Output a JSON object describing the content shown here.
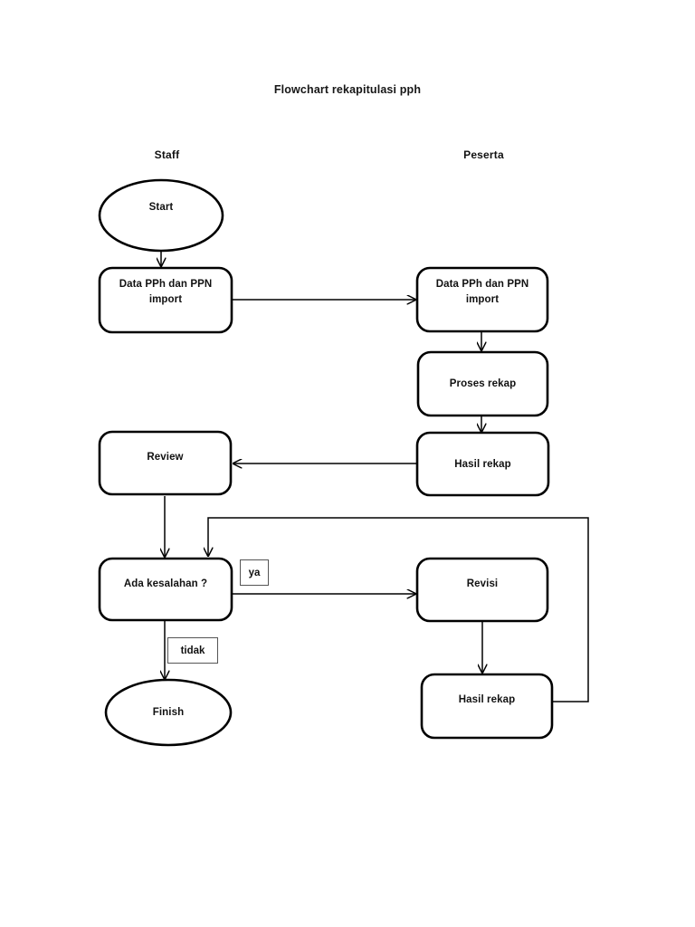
{
  "diagram": {
    "title": "Flowchart rekapitulasi pph",
    "type": "flowchart",
    "lanes": [
      {
        "id": "staff",
        "label": "Staff"
      },
      {
        "id": "peserta",
        "label": "Peserta"
      }
    ],
    "nodes": [
      {
        "id": "start",
        "lane": "staff",
        "shape": "ellipse",
        "label": "Start"
      },
      {
        "id": "data-left",
        "lane": "staff",
        "shape": "rounded-rect",
        "label": "Data PPh dan PPN\nimport"
      },
      {
        "id": "data-right",
        "lane": "peserta",
        "shape": "rounded-rect",
        "label": "Data PPh dan PPN\nimport"
      },
      {
        "id": "proses-rekap",
        "lane": "peserta",
        "shape": "rounded-rect",
        "label": "Proses rekap"
      },
      {
        "id": "hasil-rekap-1",
        "lane": "peserta",
        "shape": "rounded-rect",
        "label": "Hasil rekap"
      },
      {
        "id": "review",
        "lane": "staff",
        "shape": "rounded-rect",
        "label": "Review"
      },
      {
        "id": "decision",
        "lane": "staff",
        "shape": "rounded-rect",
        "label": "Ada kesalahan ?"
      },
      {
        "id": "revisi",
        "lane": "peserta",
        "shape": "rounded-rect",
        "label": "Revisi"
      },
      {
        "id": "hasil-rekap-2",
        "lane": "peserta",
        "shape": "rounded-rect",
        "label": "Hasil rekap"
      },
      {
        "id": "finish",
        "lane": "staff",
        "shape": "ellipse",
        "label": "Finish"
      }
    ],
    "edge_labels": [
      {
        "id": "ya",
        "label": "ya",
        "from": "decision",
        "to": "revisi"
      },
      {
        "id": "tidak",
        "label": "tidak",
        "from": "decision",
        "to": "finish"
      }
    ],
    "colors": {
      "stroke": "#000000",
      "fill": "#ffffff",
      "text": "#111111",
      "thin_stroke": "#555555",
      "background": "#ffffff"
    }
  }
}
